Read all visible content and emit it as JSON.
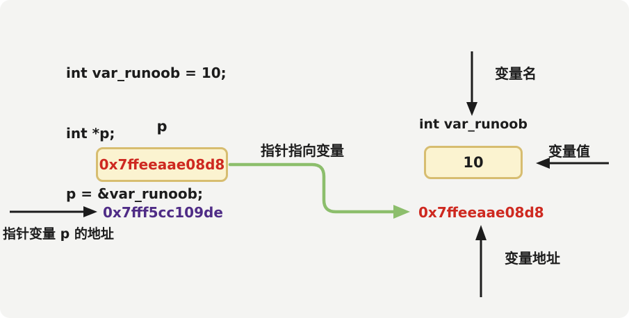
{
  "colors": {
    "background": "#f4f4f2",
    "box_fill": "#fbf3d0",
    "box_border": "#d7bd70",
    "red": "#ce2920",
    "purple": "#4f2c86",
    "green": "#8cbe6c",
    "black": "#1c1c1c"
  },
  "code": {
    "lines": [
      "int var_runoob = 10;",
      "int *p;",
      "p = &var_runoob;"
    ]
  },
  "pointer": {
    "name_label": "p",
    "stored_value": "0x7ffeeaae08d8",
    "own_address": "0x7fff5cc109de"
  },
  "variable": {
    "declaration_label": "int var_runoob",
    "value": "10",
    "address": "0x7ffeeaae08d8"
  },
  "annotations": {
    "variable_name": "变量名",
    "variable_value": "变量值",
    "variable_address": "变量地址",
    "pointer_points_to_variable": "指针指向变量",
    "pointer_variable_address": "指针变量 p 的地址"
  }
}
